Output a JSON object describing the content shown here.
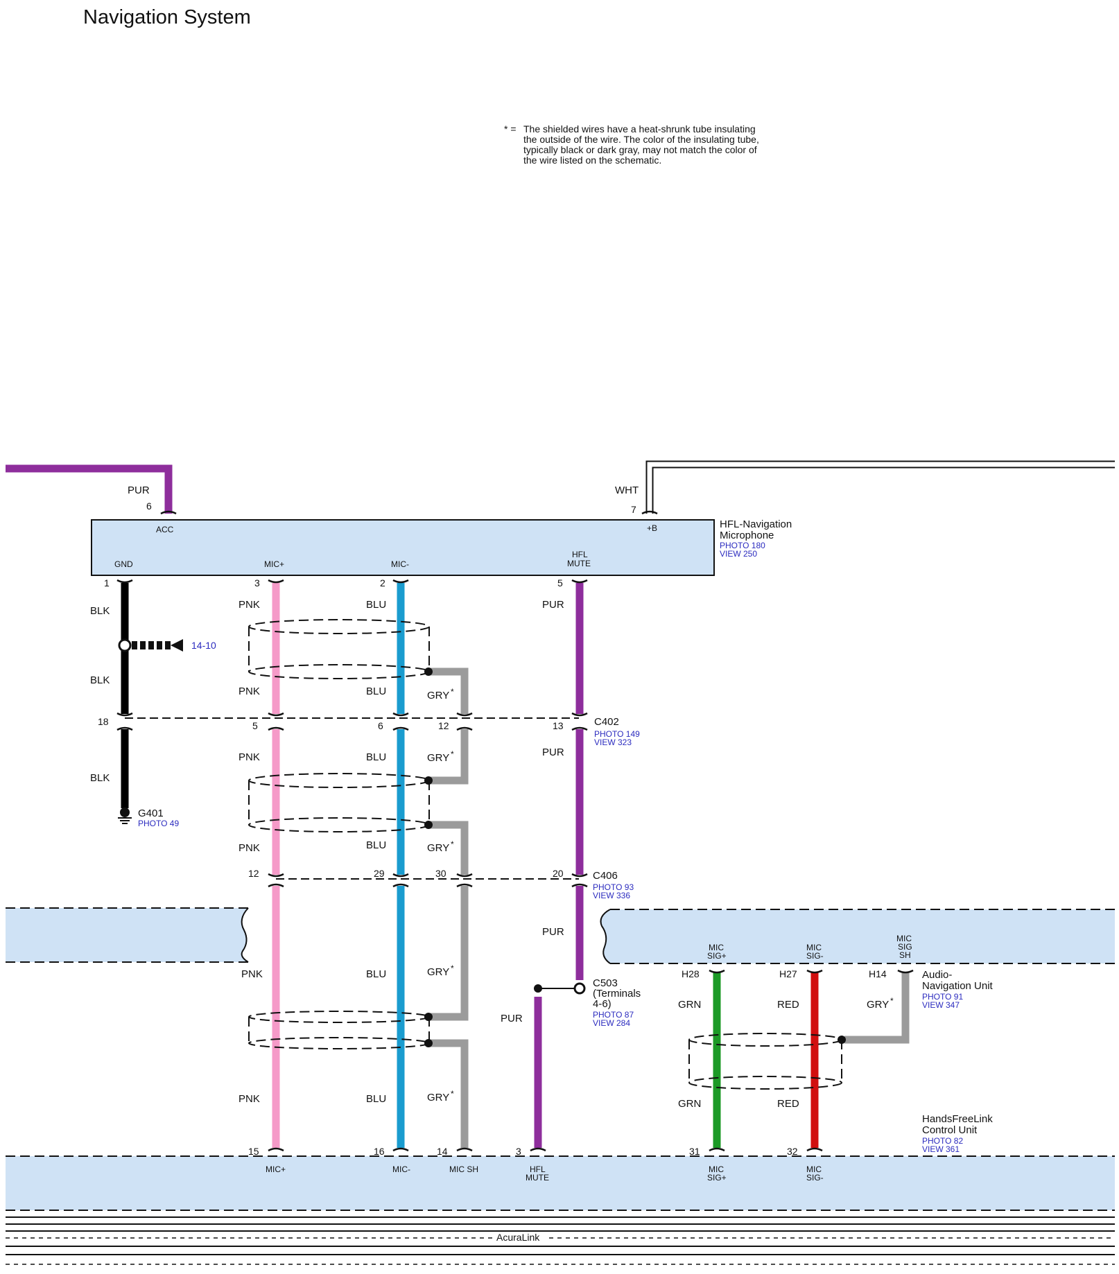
{
  "title": "Navigation System",
  "note": {
    "marker": "* =",
    "lines": [
      "The shielded wires have a heat-shrunk tube insulating",
      "the outside of the wire. The color of the insulating tube,",
      "typically black or dark gray, may not match the color of",
      "the wire listed on the schematic."
    ]
  },
  "colors": {
    "pur": "#8e2e9c",
    "pnk": "#f59ac8",
    "blu": "#1a9ccf",
    "gry": "#9b9b9b",
    "blk": "#000000",
    "grn": "#1c9a26",
    "red": "#d10f0f",
    "component_fill": "#cfe2f5",
    "link": "#2b2bbf"
  },
  "top_wires": {
    "pur_label": "PUR",
    "pur_pin": "6",
    "wht_label": "WHT",
    "wht_pin": "7"
  },
  "mic_unit": {
    "name_lines": [
      "HFL-Navigation",
      "Microphone"
    ],
    "photo": "PHOTO 180",
    "view": "VIEW 250",
    "pins": {
      "acc": "ACC",
      "b": "+B",
      "gnd": "GND",
      "mic_plus": "MIC+",
      "mic_minus": "MIC-",
      "hfl_mute_1": "HFL",
      "hfl_mute_2": "MUTE"
    },
    "pin_numbers": {
      "gnd": "1",
      "mic_plus": "3",
      "mic_minus": "2",
      "hfl_mute": "5"
    }
  },
  "wire_labels": {
    "blk": "BLK",
    "pnk": "PNK",
    "blu": "BLU",
    "pur": "PUR",
    "gry": "GRY",
    "grn": "GRN",
    "red": "RED",
    "star": "*"
  },
  "ground_ref": "14-10",
  "ground": {
    "name": "G401",
    "photo": "PHOTO 49"
  },
  "c402": {
    "name": "C402",
    "photo": "PHOTO 149",
    "view": "VIEW 323",
    "pins": {
      "blk": "18",
      "pnk": "5",
      "blu": "6",
      "gry": "12",
      "pur": "13"
    }
  },
  "c406": {
    "name": "C406",
    "photo": "PHOTO 93",
    "view": "VIEW 336",
    "pins": {
      "pnk": "12",
      "blu": "29",
      "gry": "30",
      "pur": "20"
    }
  },
  "c503": {
    "name": "C503",
    "terminals_1": "(Terminals",
    "terminals_2": "4-6)",
    "photo": "PHOTO 87",
    "view": "VIEW 284"
  },
  "audio_unit": {
    "name_lines": [
      "Audio-",
      "Navigation Unit"
    ],
    "photo": "PHOTO 91",
    "view": "VIEW 347",
    "pins": {
      "sig_plus_1": "MIC",
      "sig_plus_2": "SIG+",
      "sig_minus_1": "MIC",
      "sig_minus_2": "SIG-",
      "sh_1": "MIC",
      "sh_2": "SIG",
      "sh_3": "SH"
    },
    "pin_numbers": {
      "sig_plus": "H28",
      "sig_minus": "H27",
      "sh": "H14"
    }
  },
  "hfl_unit": {
    "name_lines": [
      "HandsFreeLink",
      "Control Unit"
    ],
    "photo": "PHOTO 82",
    "view": "VIEW 361",
    "pin_numbers": {
      "mic_plus": "15",
      "mic_minus": "16",
      "mic_sh": "14",
      "hfl_mute": "3",
      "sig_plus": "31",
      "sig_minus": "32"
    },
    "pins": {
      "mic_plus": "MIC+",
      "mic_minus": "MIC-",
      "mic_sh": "MIC SH",
      "hfl_mute_1": "HFL",
      "hfl_mute_2": "MUTE",
      "sig_plus_1": "MIC",
      "sig_plus_2": "SIG+",
      "sig_minus_1": "MIC",
      "sig_minus_2": "SIG-"
    }
  },
  "acuralink": "AcuraLink"
}
